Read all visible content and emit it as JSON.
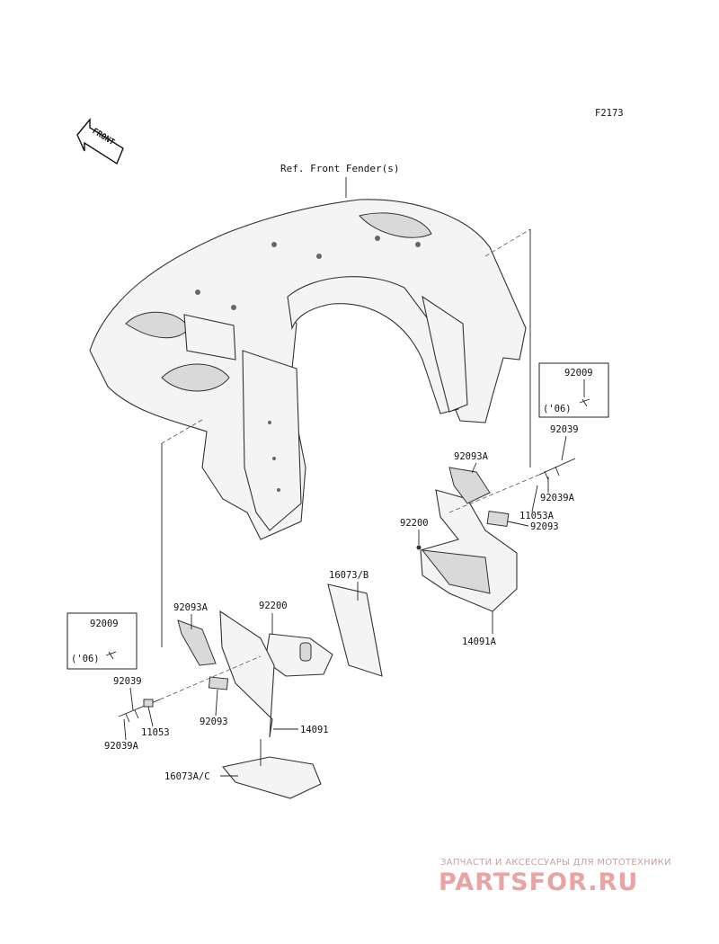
{
  "figure_code": "F2173",
  "front_arrow_label": "FRONT",
  "ref_label": "Ref. Front Fender(s)",
  "left_box": {
    "part": "92009",
    "note": "('06)"
  },
  "right_box": {
    "part": "92009",
    "note": "('06)"
  },
  "callouts": {
    "r_92093A": "92093A",
    "r_92039": "92039",
    "r_92039A": "92039A",
    "r_92200": "92200",
    "r_11053A": "11053A",
    "r_92093": "92093",
    "r_14091A": "14091A",
    "l_16073B": "16073/B",
    "l_92093A": "92093A",
    "l_92200": "92200",
    "l_92039": "92039",
    "l_11053": "11053",
    "l_92093": "92093",
    "l_14091": "14091",
    "l_92039A": "92039A",
    "l_16073AC": "16073A/C"
  },
  "watermark": {
    "subtitle": "ЗАПЧАСТИ И АКСЕССУАРЫ ДЛЯ МОТОТЕХНИКИ",
    "brand": "PARTSFOR.RU"
  }
}
